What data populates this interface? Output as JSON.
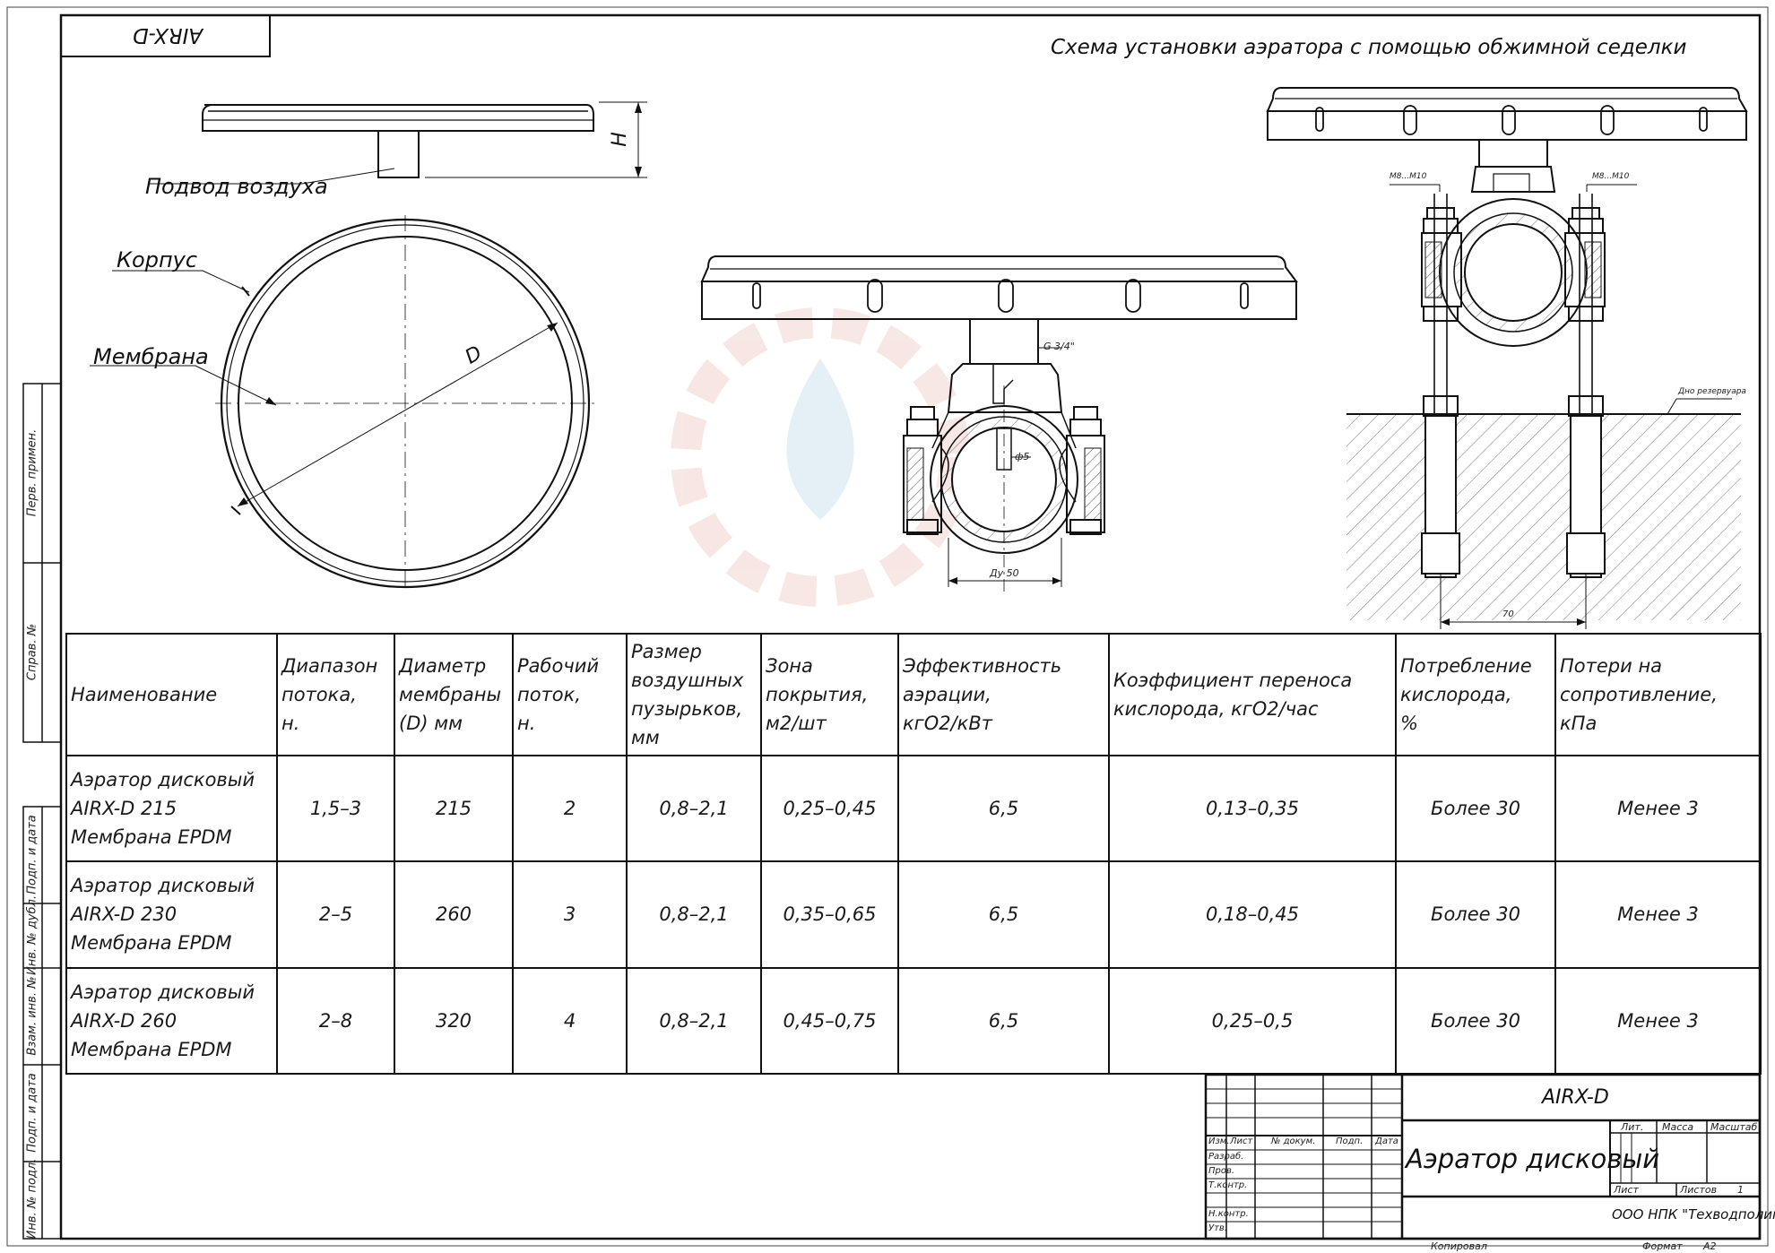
{
  "drawing": {
    "code_box": "AIRX-D",
    "scheme_title": "Схема установки аэратора с помощью обжимной седелки",
    "labels": {
      "air_supply": "Подвод воздуха",
      "body": "Корпус",
      "membrane": "Мембрана",
      "dim_h": "H",
      "dim_d": "D",
      "thread": "G 3/4\"",
      "hole": "ф5",
      "pipe": "Ду 50",
      "bolt_left": "M8...M10",
      "bolt_right": "M8...M10",
      "tank_bottom": "Дно резервуара",
      "dim_70": "70"
    }
  },
  "table": {
    "headers": [
      "Наименование",
      "Диапазон\nпотока,\nн.",
      "Диаметр\nмембраны\n(D) мм",
      "Рабочий\nпоток,\nн.",
      "Размер\nвоздушных\nпузырьков,\nмм",
      "Зона\nпокрытия,\nм2/шт",
      "Эффективность\nаэрации,\nкгО2/кВт",
      "Коэффициент переноса\nкислорода, кгО2/час",
      "Потребление\nкислорода,\n%",
      "Потери на\nсопротивление,\nкПа"
    ],
    "rows": [
      [
        "Аэратор дисковый\nAIRX-D 215\nМембрана EPDM",
        "1,5–3",
        "215",
        "2",
        "0,8–2,1",
        "0,25–0,45",
        "6,5",
        "0,13–0,35",
        "Более 30",
        "Менее 3"
      ],
      [
        "Аэратор дисковый\nAIRX-D 230\nМембрана EPDM",
        "2–5",
        "260",
        "3",
        "0,8–2,1",
        "0,35–0,65",
        "6,5",
        "0,18–0,45",
        "Более 30",
        "Менее 3"
      ],
      [
        "Аэратор дисковый\nAIRX-D 260\nМембрана EPDM",
        "2–8",
        "320",
        "4",
        "0,8–2,1",
        "0,45–0,75",
        "6,5",
        "0,25–0,5",
        "Более 30",
        "Менее 3"
      ]
    ]
  },
  "title_block": {
    "designation": "AIRX-D",
    "name": "Аэратор дисковый",
    "company": "ООО НПК \"Техводполимер\"",
    "cols": [
      "Изм.",
      "Лист",
      "№ докум.",
      "Подп.",
      "Дата"
    ],
    "roles": [
      "Разраб.",
      "Пров.",
      "Т.контр.",
      "Н.контр.",
      "Утв."
    ],
    "lit": "Лит.",
    "mass": "Масса",
    "scale": "Масштаб",
    "sheet": "Лист",
    "sheets": "Листов",
    "sheets_value": "1",
    "copied": "Копировал",
    "format": "Формат",
    "format_value": "А2"
  },
  "side_stamp": [
    "Перв. примен.",
    "Справ. №",
    "Подп. и дата",
    "Инв. № дубл.",
    "Взам. инв. №",
    "Подп. и дата",
    "Инв. № подл."
  ]
}
